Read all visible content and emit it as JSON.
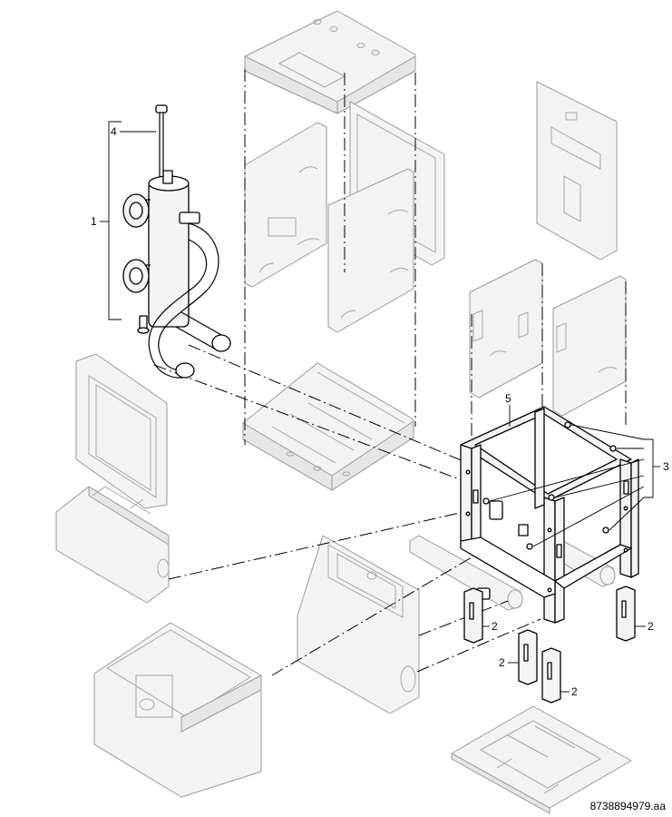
{
  "callouts": {
    "hydraulic_separator": "1",
    "feet": "2",
    "clips": "3",
    "screw": "4",
    "frame": "5"
  },
  "document_number": "8738894979.aa"
}
